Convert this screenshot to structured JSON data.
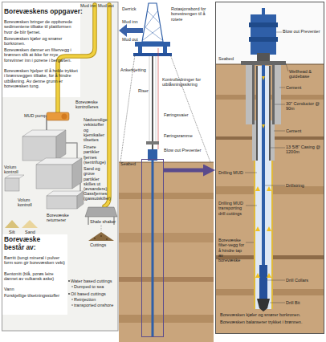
{
  "diagram": {
    "nodes": [
      {
        "text": [
          "Borevæskens oppgaver:",
          "Borevæsken bringer de oppborede sedimentene tilbake til plattformen hvor de blir fjernet.",
          "Borevæsken kjøler og smører borkronen.",
          "Borevæsken danner en filtervegg i brønnen slik at ikke for mye forsvinner inn i porene i bergarten.",
          "Borevæsken hjelper til å holde trykket i brønnveggen tilbake, for å hindre utblåsning. Av denne grunn er borevæsken tung.",
          "Borevæske består av:",
          "Barritt (tungt mineral i pulver form som gir borevæsken vekt)",
          "Bentonitt (blå, porøs leire dannet av vulkansk aske)",
          "Vann",
          "Forskjellige tilsetningsstoffer"
        ]
      },
      {
        "text": [
          "Seabed"
        ]
      },
      {
        "text": [
          "Borevæsken kjøler og smører borkronen.",
          "Borevæsken balanserer trykket i brønnen."
        ]
      }
    ],
    "edges": [
      {
        "from": 1,
        "to": 2,
        "arrow": "to"
      }
    ],
    "labels": [
      "Mud inn",
      "Mud out",
      "MUD pump",
      "Borevæske kontrolleres",
      "Nødvendige vektstoffer og kjemikalier tilsettes",
      "Finere partikler fjernes (sentrifuge)",
      "Sand og grove partikler skilles ut (avsandere)",
      "Gassfjernes (gassutskiller)",
      "Volum kontroll",
      "Volum kontroll",
      "Silt",
      "Sand",
      "Borevæske returnerer",
      "Shale shaker",
      "Cuttings",
      "Water based cuttings",
      "Dumped to sea",
      "Oil based cuttings",
      "Reinjection",
      "transported onshore",
      "Derrick",
      "Rotasjonsbord for borestrengen til å rotere",
      "Mud inn",
      "Mud out",
      "Ankerkjetting",
      "Riser",
      "Kontrolledninger for utblåsningssikring",
      "Føringsvaier",
      "Føringsramme",
      "Blow out Preventer",
      "Blow out Preventer",
      "Seabed",
      "Wellhead & guidebase",
      "Cement",
      "30\" Conductor @ 90m",
      "Cement",
      "13 5/8\" Casing @ 1200m",
      "Drilling MUD",
      "Drillstring",
      "Drilling MUD transporting drill cuttings",
      "Borevæske filter-vegg for å hindre tap av borevæske",
      "Drill Collars",
      "Drill Bit"
    ]
  }
}
